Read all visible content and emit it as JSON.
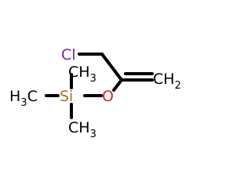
{
  "colors": {
    "carbon": "#000000",
    "chlorine": "#7a1fa2",
    "silicon": "#a07820",
    "oxygen": "#e02020"
  },
  "atoms": {
    "cl": {
      "symbol": "Cl"
    },
    "o": {
      "symbol": "O"
    },
    "si": {
      "symbol": "Si"
    },
    "ch2": {
      "symbol": "CH",
      "subscript": "2"
    },
    "methyl_top": {
      "symbol": "CH",
      "subscript": "3"
    },
    "methyl_left": {
      "symbol": "H",
      "subscript": "3",
      "symbol2": "C"
    },
    "methyl_bottom": {
      "symbol": "CH",
      "subscript": "3"
    }
  }
}
